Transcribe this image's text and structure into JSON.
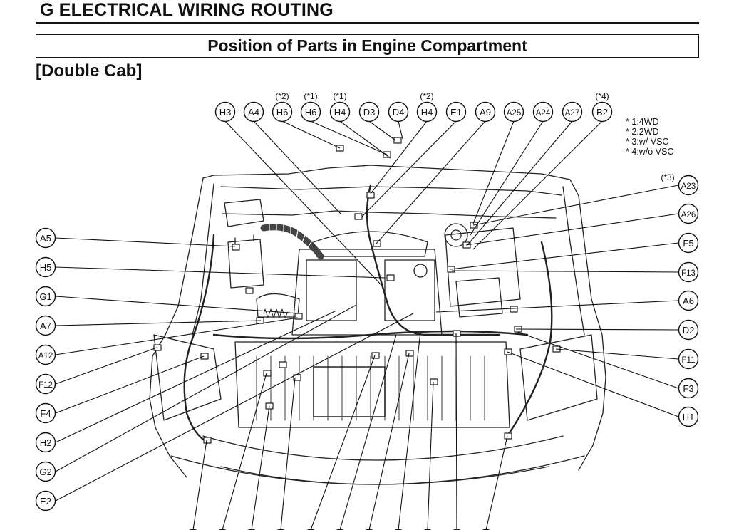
{
  "header": {
    "section_title": "G  ELECTRICAL WIRING ROUTING",
    "subtitle": "Position of Parts in Engine Compartment",
    "variant": "[Double Cab]"
  },
  "legend": [
    "* 1:4WD",
    "* 2:2WD",
    "* 3:w/ VSC",
    "* 4:w/o VSC"
  ],
  "callouts": {
    "top": [
      {
        "label": "H3",
        "note": ""
      },
      {
        "label": "A4",
        "note": ""
      },
      {
        "label": "H6",
        "note": "(*2)"
      },
      {
        "label": "H6",
        "note": "(*1)"
      },
      {
        "label": "H4",
        "note": "(*1)"
      },
      {
        "label": "D3",
        "note": ""
      },
      {
        "label": "D4",
        "note": ""
      },
      {
        "label": "H4",
        "note": "(*2)"
      },
      {
        "label": "E1",
        "note": ""
      },
      {
        "label": "A9",
        "note": ""
      },
      {
        "label": "A25",
        "note": ""
      },
      {
        "label": "A24",
        "note": ""
      },
      {
        "label": "A27",
        "note": ""
      },
      {
        "label": "B2",
        "note": "(*4)"
      }
    ],
    "left": [
      "A5",
      "H5",
      "G1",
      "A7",
      "A12",
      "F12",
      "F4",
      "H2",
      "G2",
      "E2"
    ],
    "right": [
      {
        "label": "A23",
        "note": "(*3)"
      },
      {
        "label": "A26",
        "note": ""
      },
      {
        "label": "F5",
        "note": ""
      },
      {
        "label": "F13",
        "note": ""
      },
      {
        "label": "A6",
        "note": ""
      },
      {
        "label": "D2",
        "note": ""
      },
      {
        "label": "F11",
        "note": ""
      },
      {
        "label": "F3",
        "note": ""
      },
      {
        "label": "H1",
        "note": ""
      }
    ],
    "bottom_count": 11
  },
  "colors": {
    "ink": "#111111",
    "background": "#ffffff"
  }
}
